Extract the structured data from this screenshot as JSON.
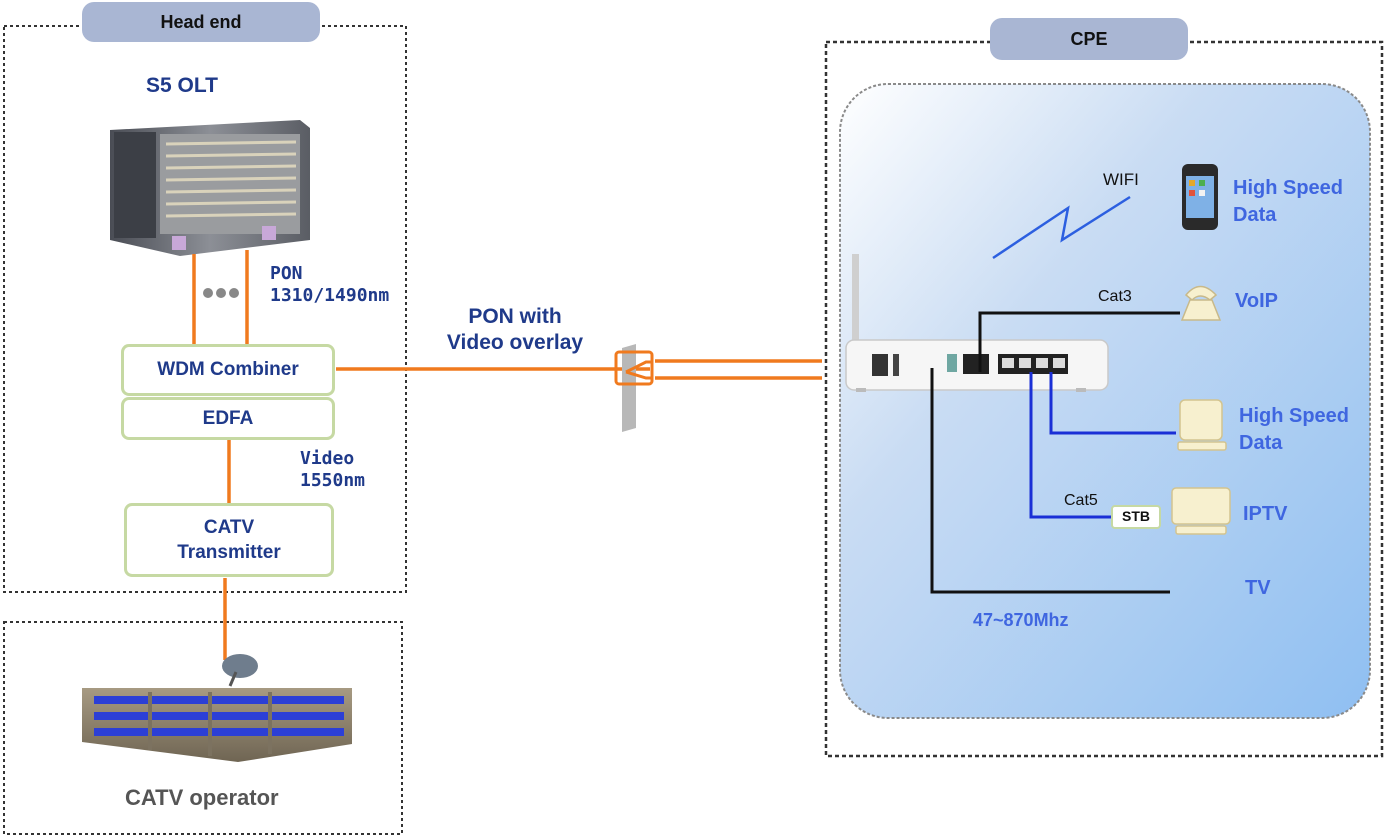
{
  "headend": {
    "tab_label": "Head end",
    "olt_label": "S5 OLT",
    "pon_label_line1": "PON",
    "pon_label_line2": "1310/1490nm",
    "wdm_label": "WDM Combiner",
    "edfa_label": "EDFA",
    "video_label_line1": "Video",
    "video_label_line2": "1550nm",
    "catv_tx_line1": "CATV",
    "catv_tx_line2": "Transmitter"
  },
  "catv_operator": {
    "label": "CATV operator"
  },
  "link": {
    "label_line1": "PON with",
    "label_line2": "Video overlay"
  },
  "cpe": {
    "tab_label": "CPE",
    "wifi_label": "WIFI",
    "phone_data_line1": "High Speed",
    "phone_data_line2": "Data",
    "cat3_label": "Cat3",
    "voip_label": "VoIP",
    "pc_data_line1": "High Speed",
    "pc_data_line2": "Data",
    "cat5_label": "Cat5",
    "stb_label": "STB",
    "iptv_label": "IPTV",
    "tv_label": "TV",
    "freq_label": "47~870Mhz"
  },
  "colors": {
    "fiber": "#f07a1e",
    "box_border": "#c6d9a3",
    "tab": "#a9b6d3",
    "navy_text": "#1f3a8a",
    "blue_text": "#3f66e0",
    "ethernet": "#1a2fd6"
  },
  "icons": {
    "olt": "olt-chassis-icon",
    "building": "catv-building-icon",
    "splitter": "fiber-splitter-icon",
    "ont": "ont-router-icon",
    "phone": "smartphone-icon",
    "voip": "telephone-icon",
    "pc": "computer-monitor-icon",
    "iptv": "tv-monitor-icon",
    "wifi": "wifi-zigzag-icon"
  }
}
